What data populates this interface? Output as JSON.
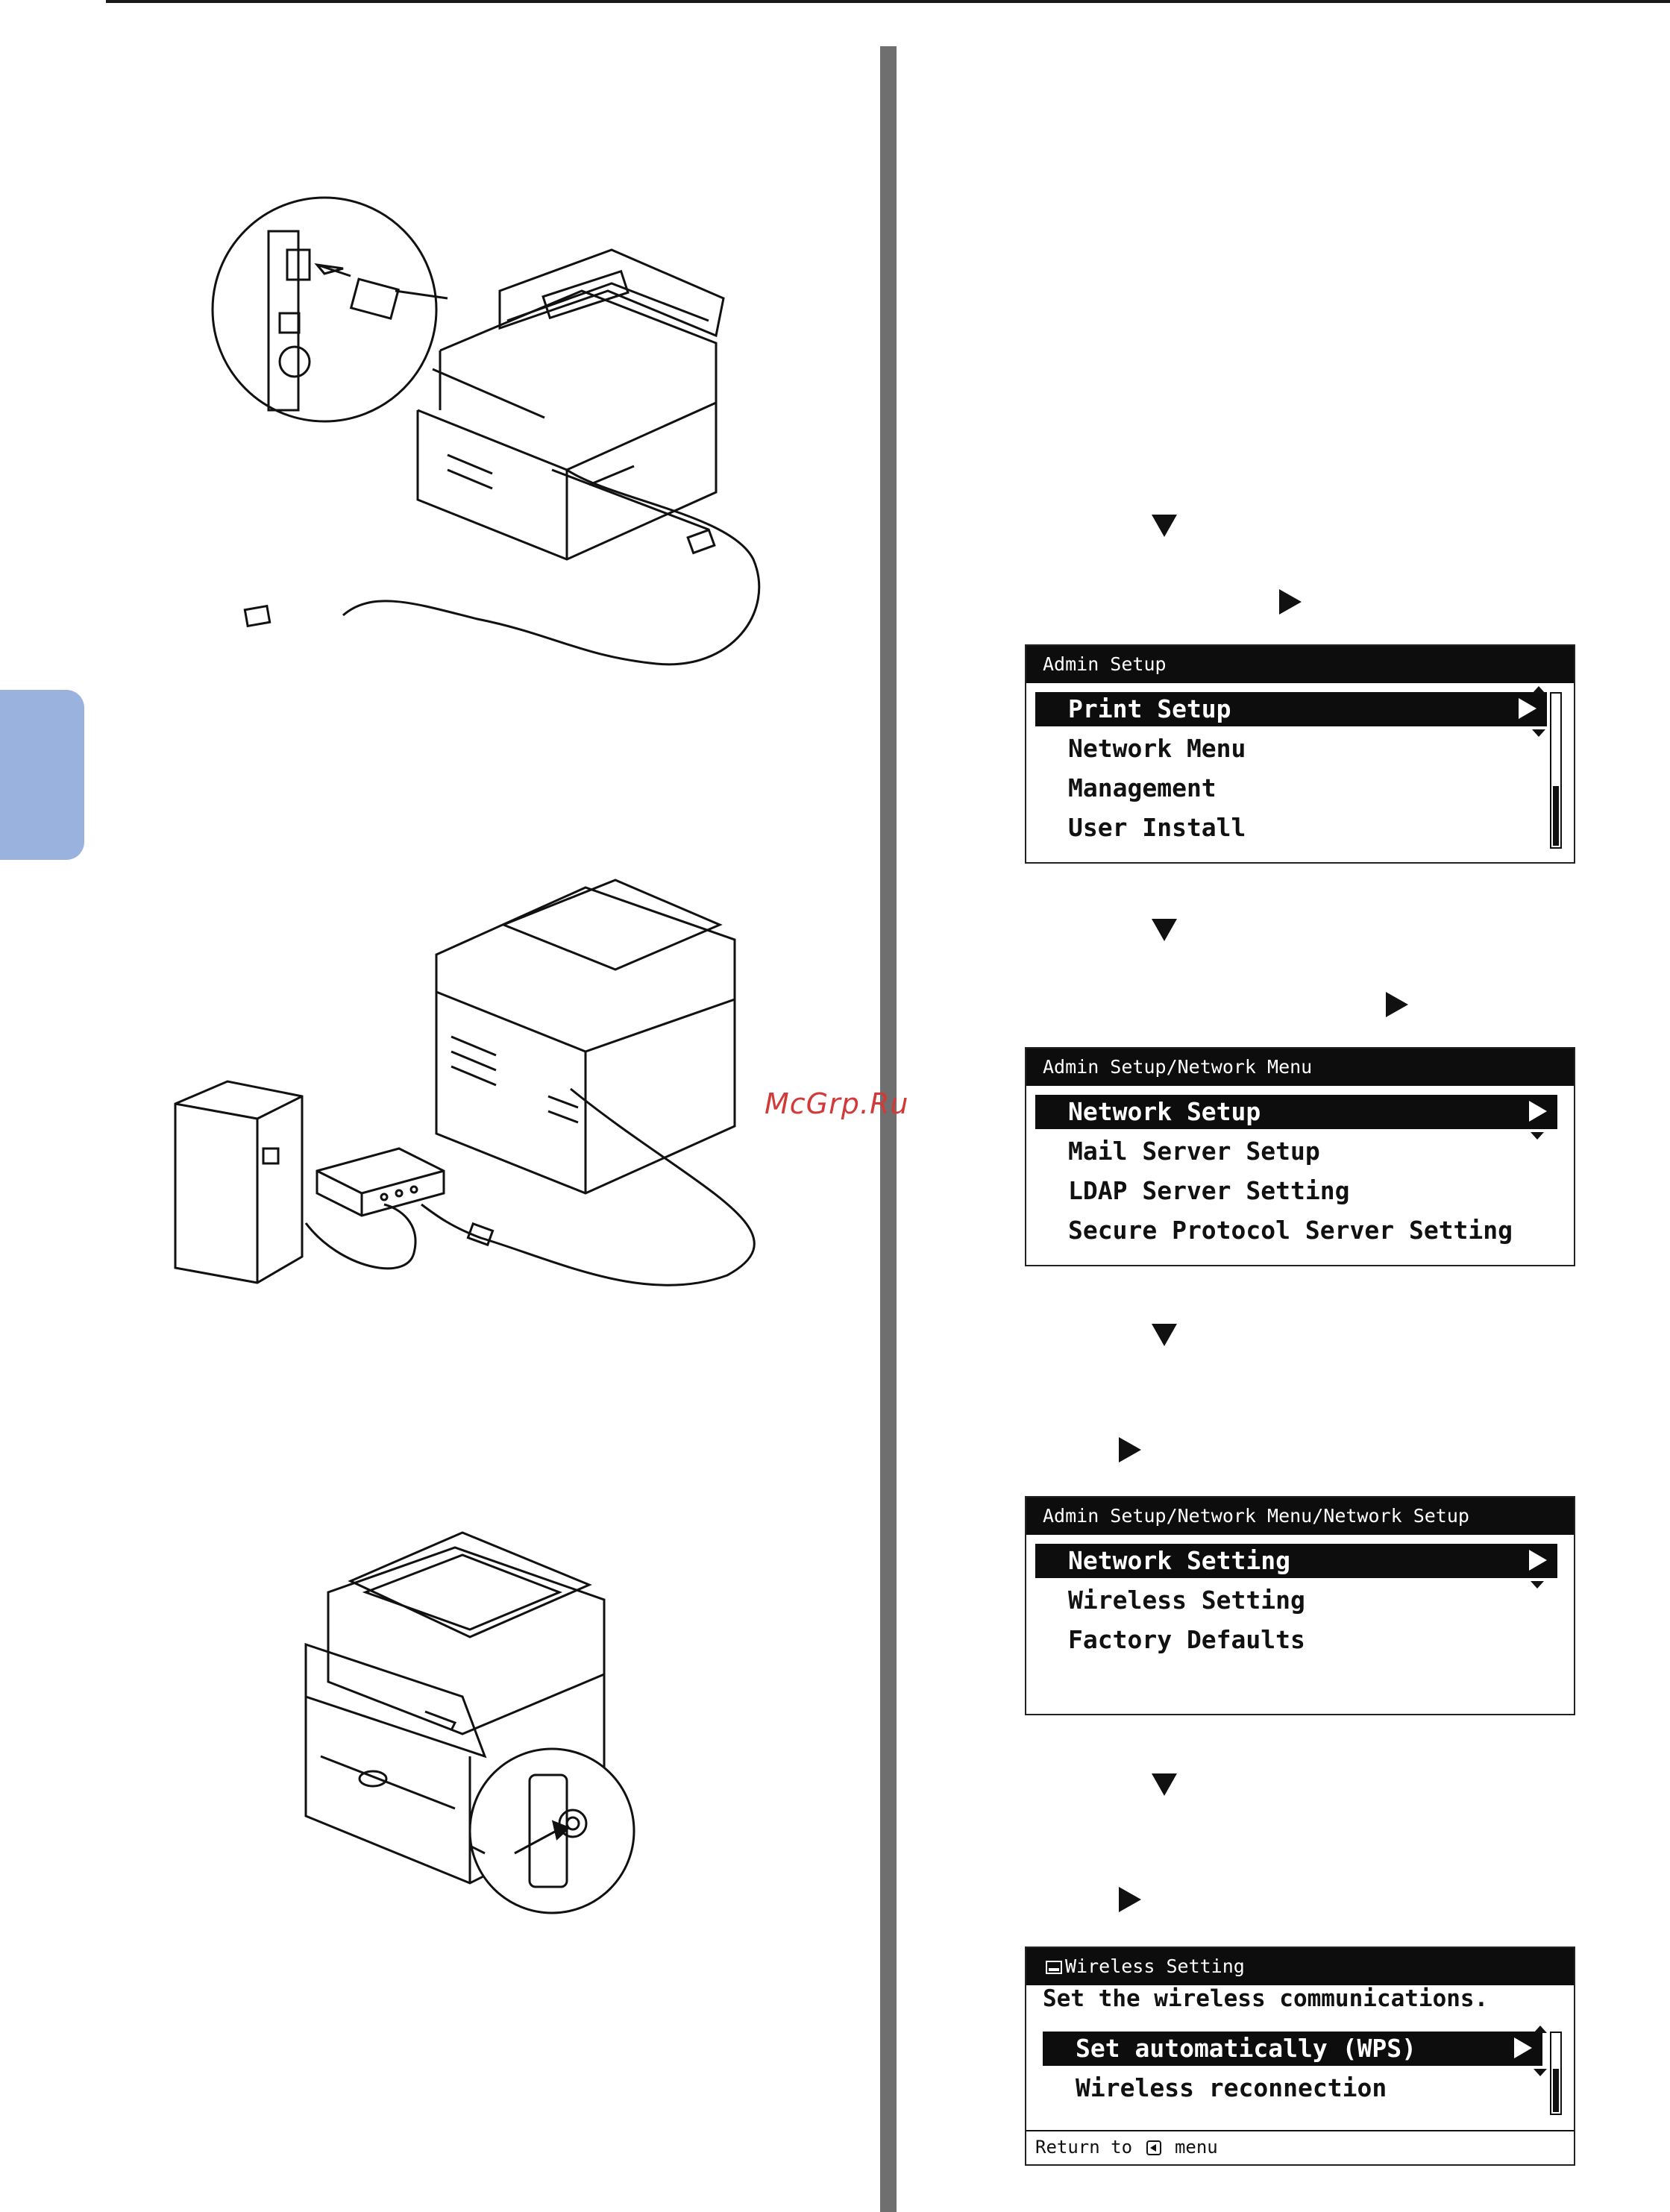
{
  "watermark": "McGrp.Ru",
  "screens": [
    {
      "title": "Admin Setup",
      "items": [
        "Print Setup",
        "Network Menu",
        "Management",
        "User Install"
      ],
      "selected": "Print Setup"
    },
    {
      "title": "Admin Setup/Network Menu",
      "items": [
        "Network Setup",
        "Mail Server Setup",
        "LDAP Server Setting",
        "Secure Protocol Server Setting"
      ],
      "selected": "Network Setup"
    },
    {
      "title": "Admin Setup/Network Menu/Network Setup",
      "items": [
        "Network Setting",
        "Wireless Setting",
        "Factory Defaults"
      ],
      "selected": "Network Setting"
    },
    {
      "title": "Wireless Setting",
      "description": "Set the wireless communications.",
      "items": [
        "Set automatically (WPS)",
        "Wireless reconnection"
      ],
      "selected": "Set automatically (WPS)",
      "footer_before": "Return to",
      "footer_after": "menu"
    }
  ],
  "icons": {
    "down_arrow": "down-triangle-icon",
    "right_arrow": "right-triangle-icon",
    "back_key": "back-key-icon",
    "wireless": "wireless-screen-icon"
  }
}
